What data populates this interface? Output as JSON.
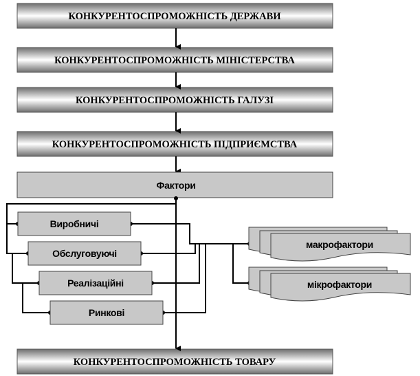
{
  "levels": [
    "КОНКУРЕНТОСПРОМОЖНІСТЬ ДЕРЖАВИ",
    "КОНКУРЕНТОСПРОМОЖНІСТЬ МІНІСТЕРСТВА",
    "КОНКУРЕНТОСПРОМОЖНІСТЬ ГАЛУЗІ",
    "КОНКУРЕНТОСПРОМОЖНІСТЬ ПІДПРИЄМСТВА"
  ],
  "factors_label": "Фактори",
  "factor_types": [
    "Виробничі",
    "Обслуговуючі",
    "Реалізаційні",
    "Ринкові"
  ],
  "factor_scopes": [
    "макрофактори",
    "мікрофактори"
  ],
  "result": "КОНКУРЕНТОСПРОМОЖНІСТЬ  ТОВАРУ",
  "colors": {
    "box_fill": "#c8c8c8",
    "line": "#000000",
    "gradient_dark": "#777777"
  }
}
